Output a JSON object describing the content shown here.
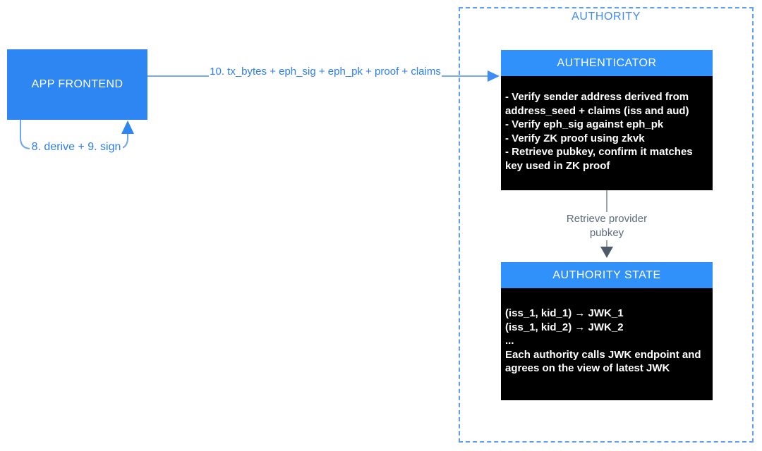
{
  "diagram": {
    "app_frontend": {
      "label": "APP FRONTEND"
    },
    "tx_arrow": {
      "label": "10. tx_bytes + eph_sig + eph_pk + proof + claims"
    },
    "derive_sign_arrow": {
      "label": "8. derive + 9. sign"
    },
    "authority": {
      "title": "AUTHORITY",
      "authenticator": {
        "title": "AUTHENTICATOR",
        "lines": [
          "- Verify sender address derived from",
          "address_seed + claims (iss and aud)",
          "- Verify eph_sig against eph_pk",
          "- Verify ZK proof using zkvk",
          "- Retrieve pubkey, confirm it matches",
          "key used in ZK proof"
        ]
      },
      "retrieve_arrow": {
        "label": "Retrieve provider pubkey"
      },
      "authority_state": {
        "title": "AUTHORITY STATE",
        "lines": [
          "(iss_1, kid_1) → JWK_1",
          "(iss_1, kid_2) → JWK_2",
          "...",
          "Each authority calls JWK endpoint and",
          "agrees on the view of latest JWK"
        ]
      }
    },
    "colors": {
      "box_blue": "#2D86F1",
      "header_blue": "#3191FA",
      "label_blue": "#2C7EF2",
      "authority_title_blue": "#3E8CF2",
      "dashed_border_blue": "#5E9FF5",
      "arrow_line_blue": "#78AAF3",
      "arrow_head_blue": "#3E8DF6",
      "gray_text": "#5D6B7E",
      "gray_arrow_line": "#9BA3AD",
      "gray_arrow_head": "#4E5A69",
      "content_bg_black": "#000000",
      "content_text_white": "#FFFFFF"
    }
  }
}
